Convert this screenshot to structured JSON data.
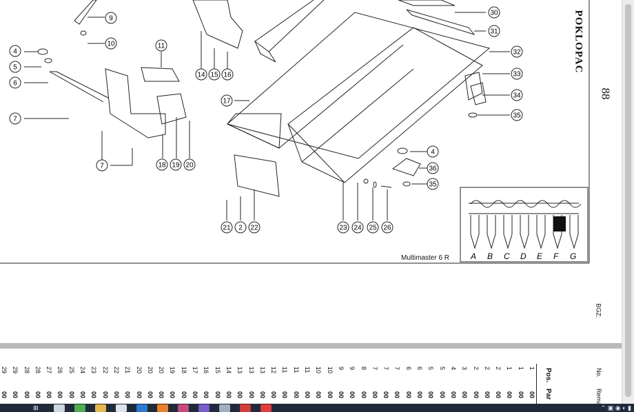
{
  "document": {
    "title": "POKLOPAC",
    "page_number": "88",
    "code": "BGZ:",
    "model": "Multimaster 6 R",
    "callouts": [
      "9",
      "10",
      "4",
      "5",
      "6",
      "7",
      "7",
      "11",
      "14",
      "15",
      "16",
      "17",
      "18",
      "19",
      "20",
      "30",
      "31",
      "32",
      "33",
      "34",
      "35",
      "4",
      "36",
      "35",
      "21",
      "2",
      "22",
      "23",
      "24",
      "25",
      "26"
    ],
    "inset_letters": [
      "A",
      "B",
      "C",
      "D",
      "E",
      "F",
      "G"
    ]
  },
  "parts_table": {
    "headers": [
      "Pos.",
      "Par"
    ],
    "right_headers": [
      "No.",
      "Rema"
    ],
    "positions": [
      "1",
      "1",
      "1",
      "2",
      "2",
      "2",
      "3",
      "4",
      "5",
      "5",
      "6",
      "6",
      "7",
      "7",
      "7",
      "8",
      "9",
      "9",
      "10",
      "10",
      "11",
      "11",
      "11",
      "12",
      "13",
      "13",
      "13",
      "14",
      "15",
      "16",
      "17",
      "18",
      "19",
      "20",
      "20",
      "20",
      "21",
      "22",
      "22",
      "23",
      "24",
      "25",
      "26",
      "27",
      "28",
      "28",
      "29",
      "29"
    ],
    "zero_label": "00"
  },
  "taskbar": {
    "icons": [
      "start-icon",
      "task-view-icon",
      "chrome-icon",
      "file-explorer-icon",
      "printer-icon",
      "mail-icon",
      "firefox-icon",
      "paint-icon",
      "viber-icon",
      "network-icon",
      "app-red-icon",
      "acrobat-icon"
    ],
    "colors": [
      "#ffffff",
      "#cfd6e0",
      "#4caf50",
      "#e8b84a",
      "#dde3ea",
      "#2b79d4",
      "#f07e28",
      "#cc4a7a",
      "#7a5bd0",
      "#9fb0c2",
      "#d93b3b",
      "#e23c3c"
    ]
  }
}
